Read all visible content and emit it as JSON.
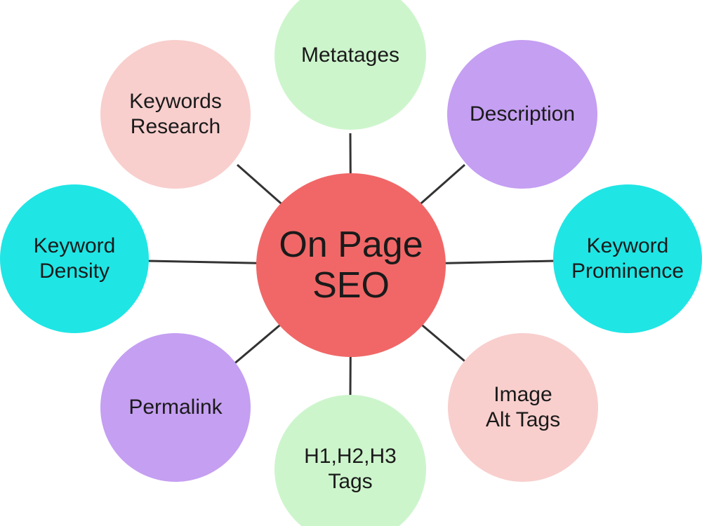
{
  "center": {
    "label": "On Page\nSEO",
    "color": "#f16767"
  },
  "nodes": {
    "metatages": {
      "label": "Metatages",
      "color": "#cdf5cc"
    },
    "description": {
      "label": "Description",
      "color": "#c59ff2"
    },
    "prominence": {
      "label": "Keyword\nProminence",
      "color": "#20e5e5"
    },
    "alt": {
      "label": "Image\nAlt Tags",
      "color": "#f8cfcd"
    },
    "headings": {
      "label": "H1,H2,H3\nTags",
      "color": "#cdf5cc"
    },
    "permalink": {
      "label": "Permalink",
      "color": "#c59ff2"
    },
    "density": {
      "label": "Keyword\nDensity",
      "color": "#20e5e5"
    },
    "research": {
      "label": "Keywords\nResearch",
      "color": "#f8cfcd"
    }
  },
  "connector_color": "#333333"
}
